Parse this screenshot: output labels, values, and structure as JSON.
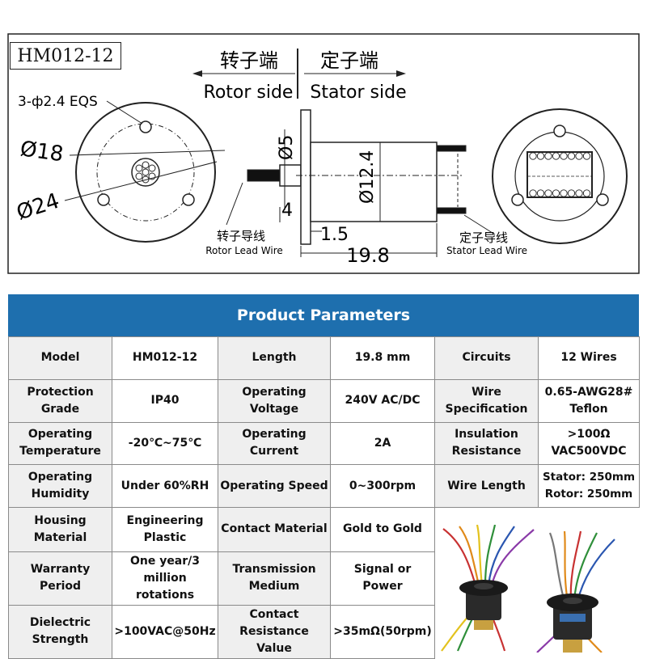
{
  "drawing": {
    "model": "HM012-12",
    "rotor_cn": "转子端",
    "rotor_en": "Rotor side",
    "stator_cn": "定子端",
    "stator_en": "Stator side",
    "holes": "3-ф2.4 EQS",
    "d18": "Ø18",
    "d24": "Ø24",
    "d5": "Ø5",
    "d12": "Ø12.4",
    "dim4": "4",
    "dim15": "1.5",
    "dim198": "19.8",
    "rotor_wire_cn": "转子导线",
    "rotor_wire_en": "Rotor Lead Wire",
    "stator_wire_cn": "定子导线",
    "stator_wire_en": "Stator Lead Wire"
  },
  "params": {
    "title": "Product Parameters",
    "rows": [
      [
        "Model",
        "HM012-12",
        "Length",
        "19.8 mm",
        "Circuits",
        "12 Wires"
      ],
      [
        "Protection Grade",
        "IP40",
        "Operating Voltage",
        "240V AC/DC",
        "Wire\nSpecification",
        "0.65-AWG28#\nTeflon"
      ],
      [
        "Operating\nTemperature",
        "-20℃~75℃",
        "Operating Current",
        "2A",
        "Insulation\nResistance",
        ">100Ω\nVAC500VDC"
      ],
      [
        "Operating\nHumidity",
        "Under 60%RH",
        "Operating Speed",
        "0~300rpm",
        "Wire Length",
        "Stator:  250mm\nRotor:  250mm"
      ],
      [
        "Housing\nMaterial",
        "Engineering\nPlastic",
        "Contact Material",
        "Gold to Gold"
      ],
      [
        "Warranty Period",
        "One year/3\nmillion rotations",
        "Transmission\nMedium",
        "Signal or Power"
      ],
      [
        "Dielectric\nStrength",
        ">100VAC@50Hz",
        "Contact\nResistance Value",
        ">35mΩ(50rpm)"
      ]
    ]
  },
  "colors": {
    "header_bg": "#1e6fae",
    "label_bg": "#efefef",
    "line": "#8a8a8a"
  }
}
